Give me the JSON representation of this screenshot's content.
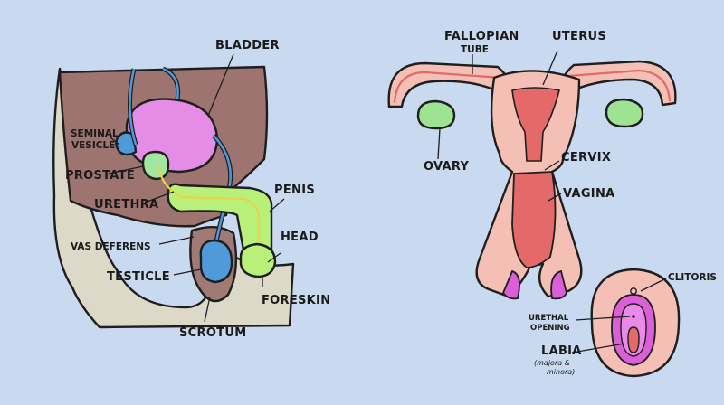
{
  "colors": {
    "background": "#c9daf0",
    "body_beige": "#dcd9c8",
    "body_brown": "#9d7470",
    "bladder": "#e58ce6",
    "vessels": "#4f9bd9",
    "prostate": "#a4e6a0",
    "penis": "#b8f07a",
    "uterus_pink": "#f4bfb5",
    "uterus_red": "#e46a6a",
    "ovary": "#9ee392",
    "vulva_magenta": "#db5fd6"
  },
  "male": {
    "labels": {
      "bladder": "BLADDER",
      "seminal_vesicle_line1": "SEMINAL",
      "seminal_vesicle_line2": "VESICLE",
      "prostate": "PROSTATE",
      "urethra": "URETHRA",
      "penis": "PENIS",
      "head": "HEAD",
      "vas_deferens": "VAS DEFERENS",
      "testicle": "TESTICLE",
      "scrotum": "SCROTUM",
      "foreskin": "FORESKIN"
    }
  },
  "female": {
    "labels": {
      "fallopian_line1": "FALLOPIAN",
      "fallopian_line2": "TUBE",
      "uterus": "UTERUS",
      "ovary": "OVARY",
      "cervix": "CERVIX",
      "vagina": "VAGINA",
      "clitoris": "CLITORIS",
      "urethral_line1": "URETHAL",
      "urethral_line2": "OPENING",
      "labia": "LABIA",
      "labia_note_line1": "(majora &",
      "labia_note_line2": "minora)"
    }
  }
}
